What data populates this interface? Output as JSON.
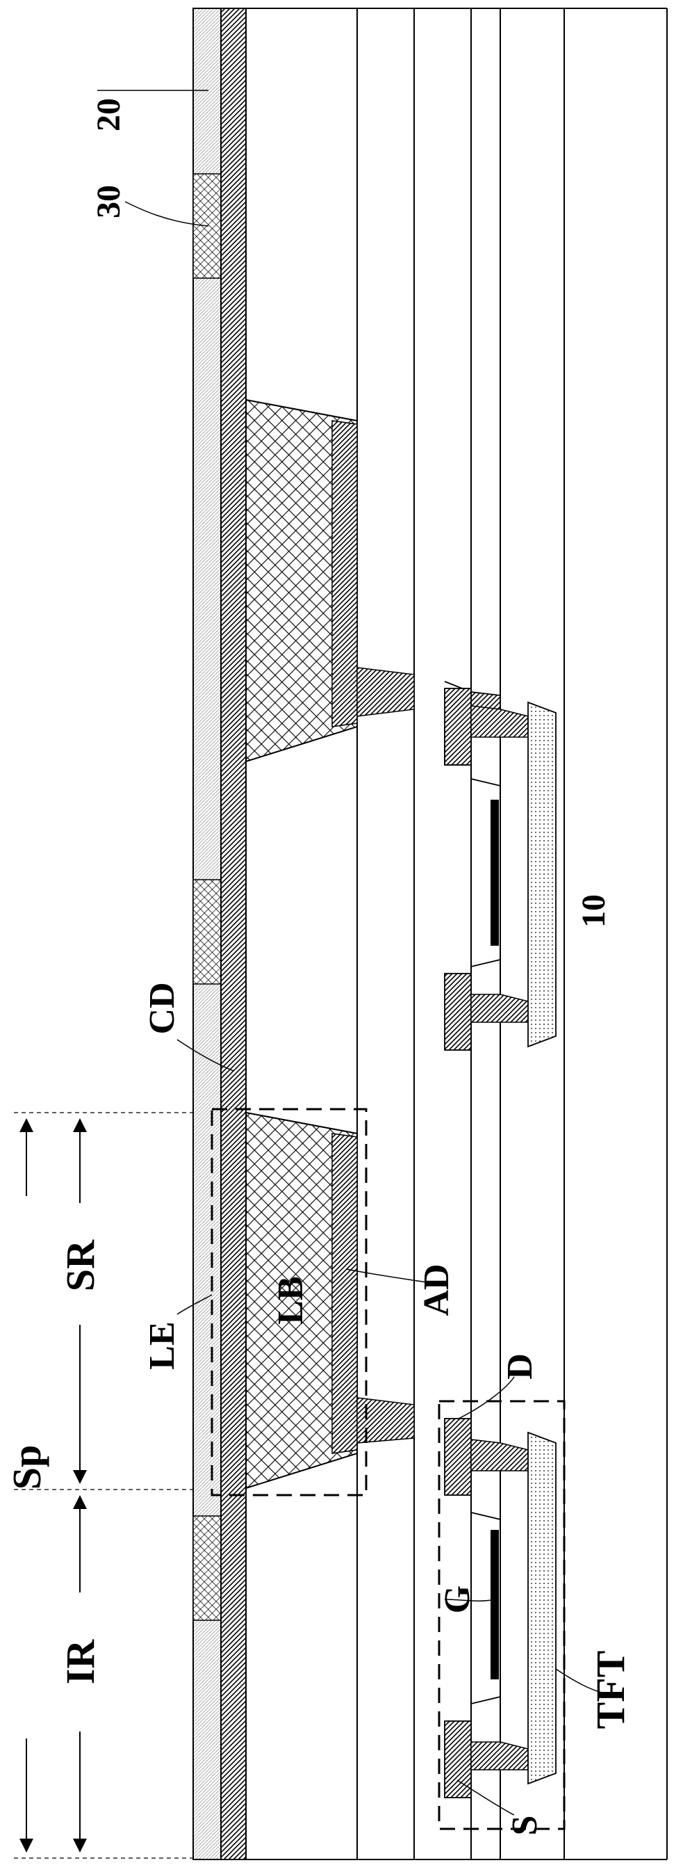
{
  "labels": {
    "l20": "20",
    "l30": "30",
    "l10": "10",
    "cd": "CD",
    "sp": "Sp",
    "sr": "SR",
    "ir": "IR",
    "le": "LE",
    "lb": "LB",
    "ad": "AD",
    "d": "D",
    "g": "G",
    "s": "S",
    "tft": "TFT"
  }
}
